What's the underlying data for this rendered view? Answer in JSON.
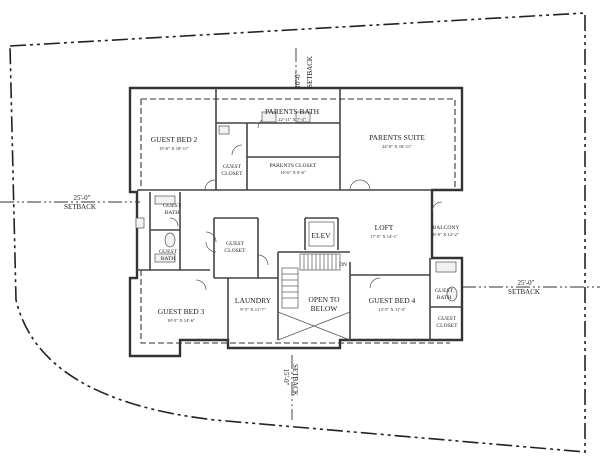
{
  "rooms": {
    "guest_bed_2": {
      "name": "GUEST BED 2",
      "dims": "15'-6\" X 18'-11\""
    },
    "parents_bath": {
      "name": "PARENTS BATH",
      "dims": "22'-11\" X 7'-3\""
    },
    "parents_suite": {
      "name": "PARENTS SUITE",
      "dims": "24'-0\" X 18'-11\""
    },
    "guest_closet_top": {
      "name": "GUEST\nCLOSET",
      "line1": "GUEST",
      "line2": "CLOSET"
    },
    "parents_closet": {
      "name": "PARENTS CLOSET",
      "dims": "16'-6\" X 9'-6\""
    },
    "guest_bath_upper": {
      "line1": "GUEST",
      "line2": "BATH"
    },
    "guest_bath_lower": {
      "line1": "GUEST",
      "line2": "BATH"
    },
    "guest_closet_mid": {
      "line1": "GUEST",
      "line2": "CLOSET"
    },
    "elev": {
      "name": "ELEV"
    },
    "dn": {
      "name": "DN"
    },
    "loft": {
      "name": "LOFT",
      "dims": "17'-5\" X 14'-1\""
    },
    "balcony": {
      "name": "BALCONY",
      "dims": "6'-0\" X 12'-2\""
    },
    "guest_bed_3": {
      "name": "GUEST BED 3",
      "dims": "18'-5\" X 14'-6\""
    },
    "laundry": {
      "name": "LAUNDRY",
      "dims": "9'-5\" X 11'-7\""
    },
    "open_to_below": {
      "line1": "OPEN TO",
      "line2": "BELOW"
    },
    "guest_bed_4": {
      "name": "GUEST BED 4",
      "dims": "13'-5\" X 11'-3\""
    },
    "guest_bath_right": {
      "line1": "GUEST",
      "line2": "BATH"
    },
    "guest_closet_right": {
      "line1": "GUEST",
      "line2": "CLOSET"
    }
  },
  "setbacks": {
    "top": {
      "dist": "10'-0\"",
      "word": "SETBACK"
    },
    "left": {
      "dist": "25'-0\"",
      "word": "SETBACK"
    },
    "right": {
      "dist": "25'-0\"",
      "word": "SETBACK"
    },
    "bottom": {
      "dist": "15'-0\"",
      "word": "SETBACK"
    }
  }
}
